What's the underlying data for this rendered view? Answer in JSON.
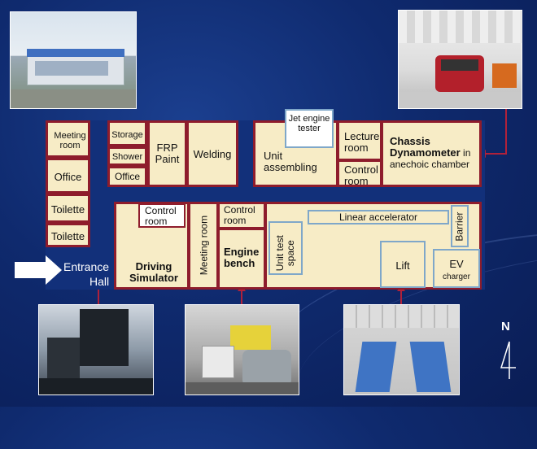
{
  "rooms": {
    "meeting_room_left": "Meeting room",
    "office_left": "Office",
    "toilette_1": "Toilette",
    "toilette_2": "Toilette",
    "storage": "Storage",
    "shower": "Shower",
    "office_mid": "Office",
    "frp_paint": "FRP Paint",
    "welding": "Welding",
    "jet_engine_tester": "Jet engine tester",
    "unit_assembling": "Unit assembling",
    "lecture_room": "Lecture room",
    "control_room_top": "Control room",
    "chassis_dyno_bold": "Chassis Dynamometer",
    "chassis_dyno_rest": " in anechoic chamber",
    "driving_simulator": "Driving Simulator",
    "control_room_sim": "Control room",
    "meeting_room_vertical": "Meeting room",
    "control_room_engine": "Control room",
    "engine_bench": "Engine bench",
    "unit_test_space": "Unit test space",
    "linear_accelerator": "Linear accelerator",
    "barrier": "Barrier",
    "lift": "Lift",
    "ev": "EV",
    "ev_charger": "charger"
  },
  "entrance": {
    "line1": "Entrance",
    "line2": "Hall"
  },
  "compass": {
    "label": "N"
  },
  "colors": {
    "wall": "#8e1c2c",
    "room_fill": "#f7ecc6",
    "inner_box": "#7fa7c9",
    "background": "#0f2a6e"
  }
}
